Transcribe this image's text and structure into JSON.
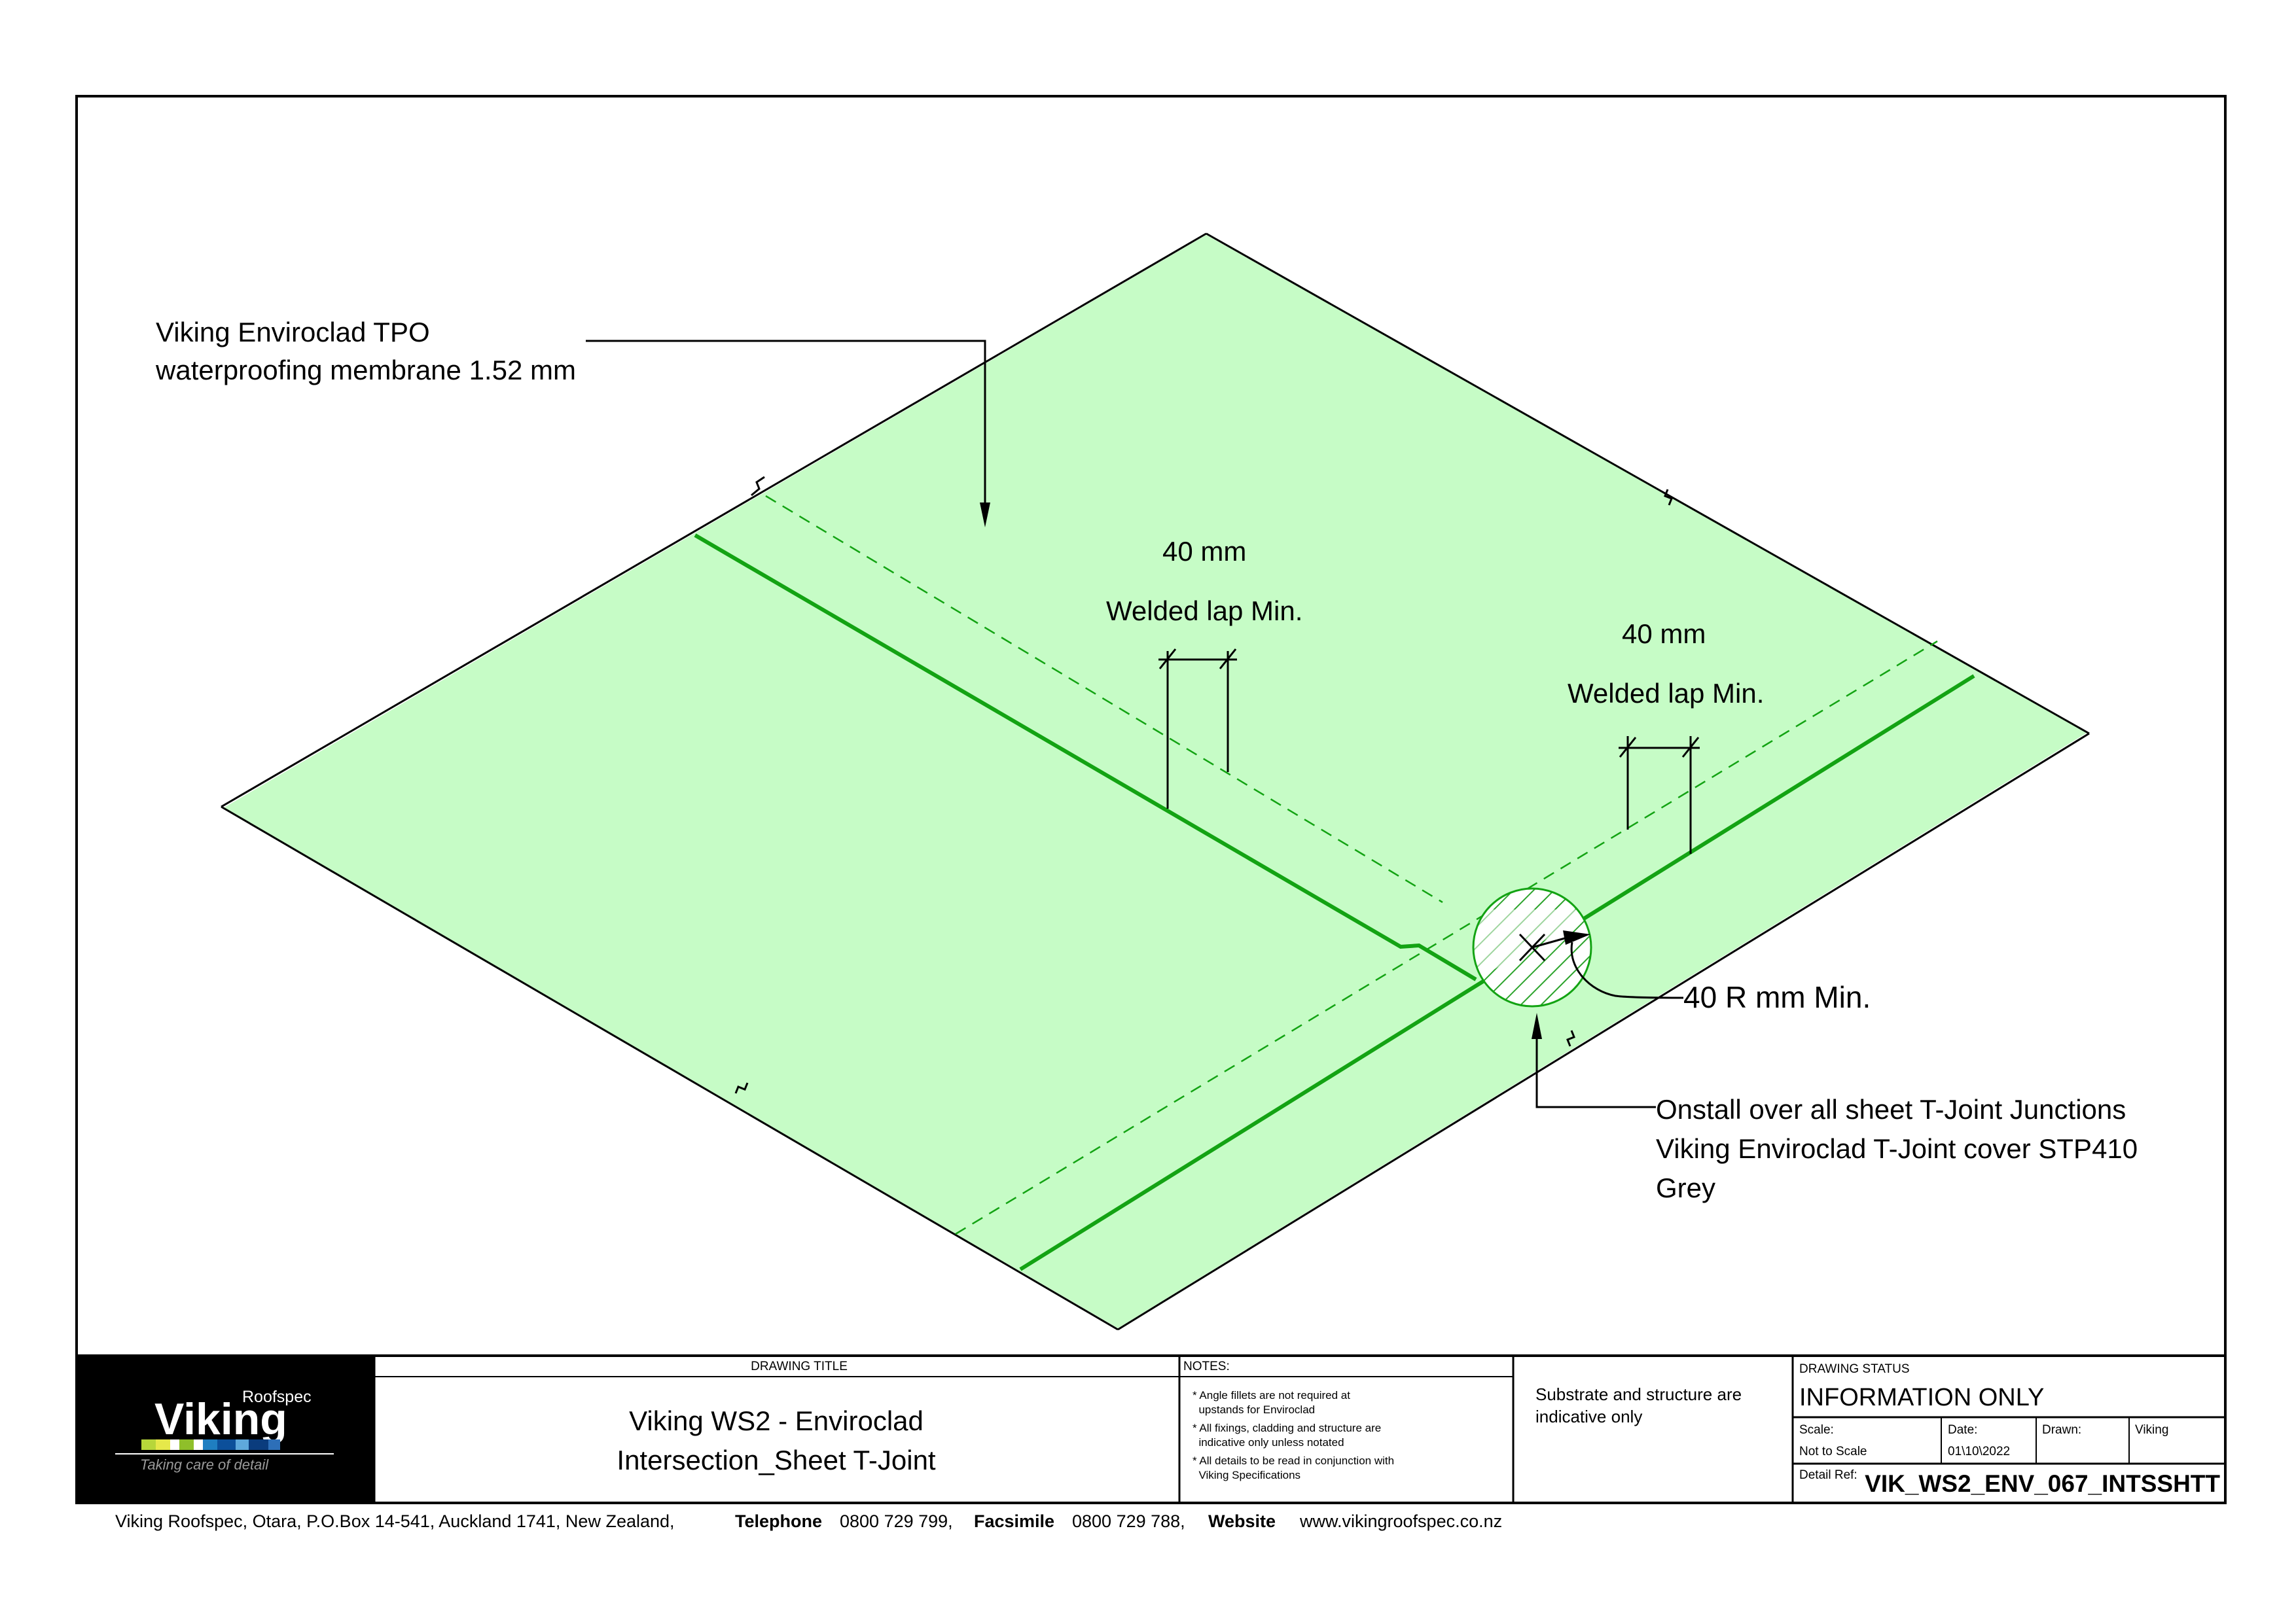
{
  "colors": {
    "membrane_fill": "#c6fcc6",
    "weld_line": "#13a313",
    "cover_hatch": "#2ca32c",
    "line": "#000000"
  },
  "annotations": {
    "membrane_line1": "Viking Enviroclad TPO",
    "membrane_line2": "waterproofing membrane 1.52 mm",
    "lap1_dim": "40 mm",
    "lap1_label": "Welded lap Min.",
    "lap2_dim": "40 mm",
    "lap2_label": "Welded lap Min.",
    "radius_label": "40 R mm Min.",
    "cover_line1": "Onstall over all sheet T-Joint Junctions",
    "cover_line2": "Viking Enviroclad T-Joint cover STP410",
    "cover_line3": "Grey"
  },
  "title_block": {
    "logo_word": "Viking",
    "logo_sup": "Roofspec",
    "logo_tagline": "Taking care of detail",
    "drawing_title_header": "DRAWING TITLE",
    "drawing_title_line1": "Viking WS2 - Enviroclad",
    "drawing_title_line2": "Intersection_Sheet  T-Joint",
    "notes_header": "NOTES:",
    "notes": [
      "* Angle fillets are not required at",
      "  upstands for Enviroclad",
      "* All fixings, cladding and structure are",
      "  indicative only unless notated",
      "* All details to be read in conjunction with",
      "  Viking Specifications"
    ],
    "substrate_line1": "Substrate and structure are",
    "substrate_line2": "indicative only",
    "status_header": "DRAWING STATUS",
    "status_value": "INFORMATION ONLY",
    "scale_label": "Scale:",
    "scale_value": "Not to Scale",
    "date_label": "Date:",
    "date_value": "01\\10\\2022",
    "drawn_label": "Drawn:",
    "drawn_value": "Viking",
    "detail_ref_label": "Detail Ref:",
    "detail_ref_value": "VIK_WS2_ENV_067_INTSSHTT"
  },
  "footer": {
    "address": "Viking Roofspec, Otara, P.O.Box 14-541, Auckland 1741, New Zealand,",
    "telephone_label": "Telephone",
    "telephone_value": "0800 729 799,",
    "fax_label": "Facsimile",
    "fax_value": "0800 729 788,",
    "website_label": "Website",
    "website_value": "www.vikingroofspec.co.nz"
  }
}
